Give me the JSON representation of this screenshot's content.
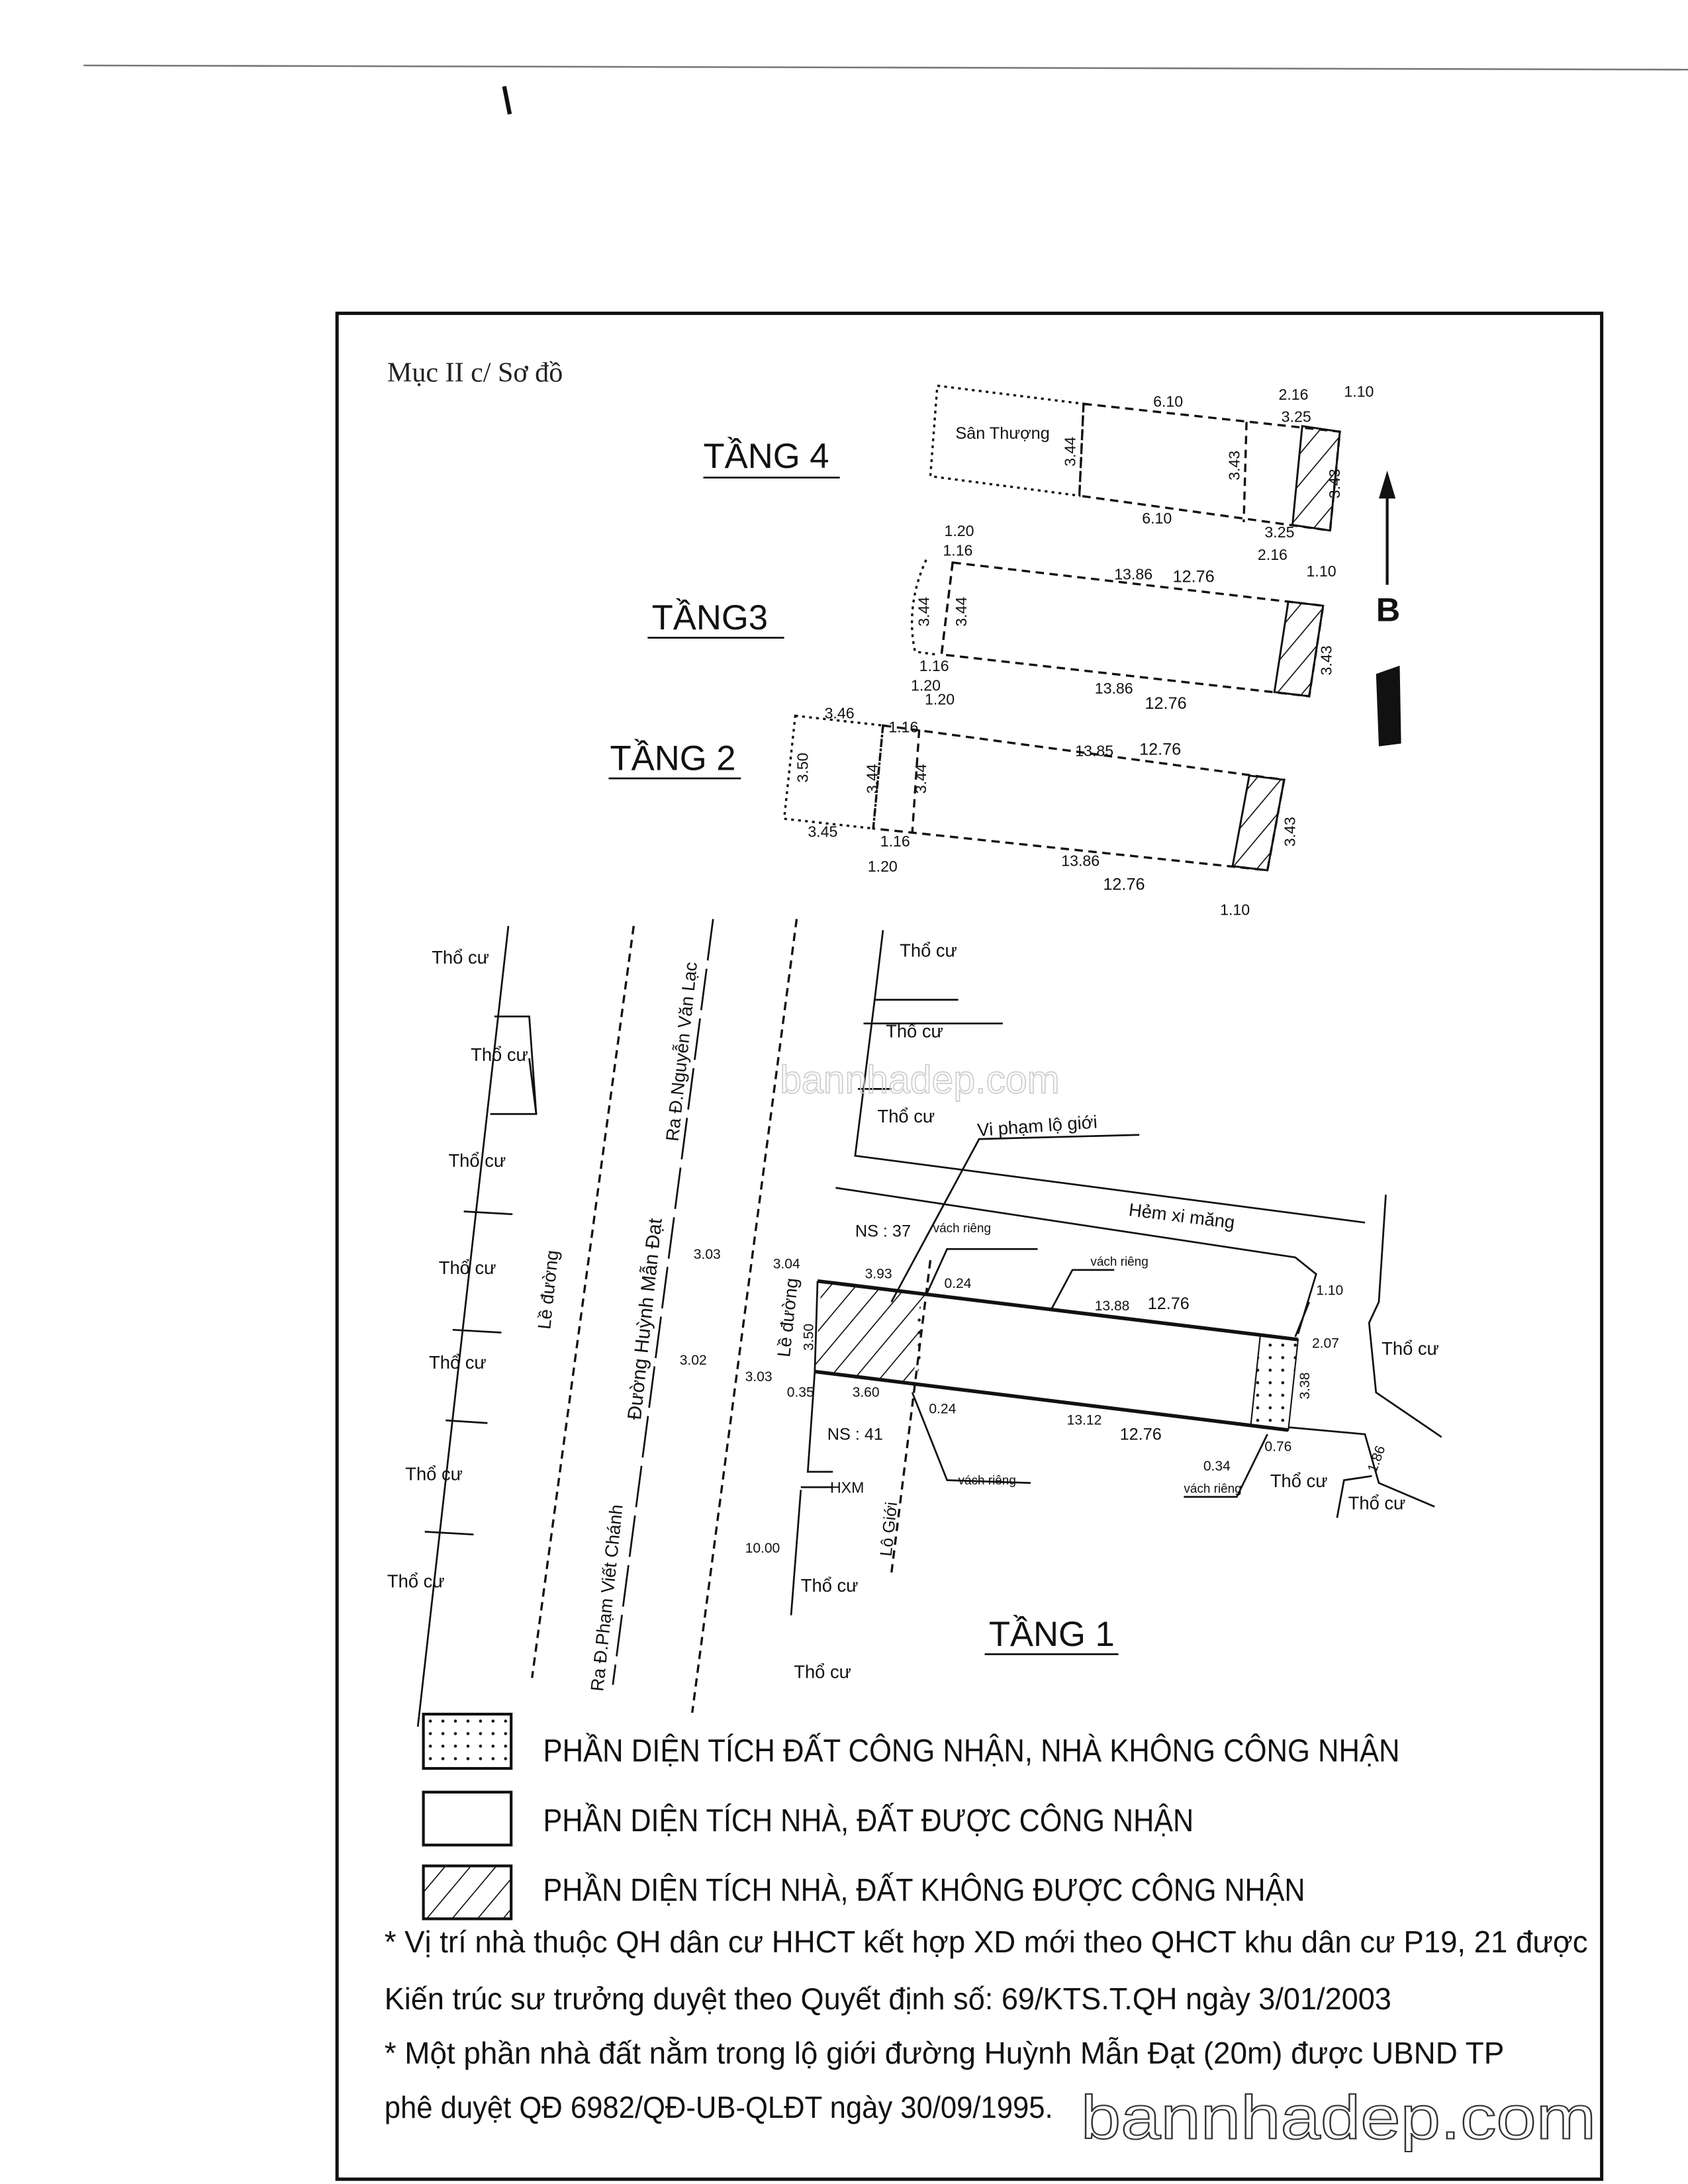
{
  "document": {
    "section_title": "Mục II c/ Sơ đồ",
    "floors": {
      "floor4": {
        "label": "TẦNG 4",
        "terrace": "Sân Thượng",
        "dims": [
          "6.10",
          "6.10",
          "2.16",
          "3.25",
          "1.10",
          "3.44",
          "3.43",
          "3.43",
          "3.25",
          "2.16"
        ]
      },
      "floor3": {
        "label": "TẦNG3",
        "dims": [
          "1.20",
          "1.16",
          "13.86",
          "12.76",
          "1.10",
          "3.44",
          "3.44",
          "3.43",
          "1.16",
          "1.20",
          "13.86",
          "12.76"
        ]
      },
      "floor2": {
        "label": "TẦNG 2",
        "dims": [
          "3.46",
          "1.20",
          "1.16",
          "13.85",
          "12.76",
          "3.50",
          "3.44",
          "3.44",
          "3.43",
          "3.45",
          "1.16",
          "1.20",
          "13.86",
          "12.76",
          "1.10"
        ]
      },
      "floor1": {
        "label": "TẦNG 1"
      }
    },
    "north_label": "B",
    "site": {
      "residential": "Thổ cư",
      "roadside": "Lề đường",
      "road_main": "Đường Huỳnh Mẫn Đạt",
      "to_road_1": "Ra Đ.Nguyễn Văn Lạc",
      "to_road_2": "Ra Đ.Phạm Viết Chánh",
      "alley": "Hẻm xi măng",
      "violation": "Vi phạm lộ giới",
      "private_wall": "vách riêng",
      "ns37": "NS : 37",
      "ns41": "NS : 41",
      "hxm": "HXM",
      "setback": "Lộ Giới",
      "dims": [
        "3.03",
        "3.04",
        "3.02",
        "3.03",
        "3.93",
        "0.24",
        "13.88",
        "12.76",
        "1.10",
        "2.07",
        "3.38",
        "3.50",
        "0.35",
        "3.60",
        "0.24",
        "13.12",
        "12.76",
        "0.76",
        "0.34",
        "1.86",
        "10.00"
      ]
    },
    "legend": [
      {
        "pattern": "dotted",
        "text": "PHẦN DIỆN TÍCH ĐẤT CÔNG NHẬN, NHÀ KHÔNG CÔNG NHẬN"
      },
      {
        "pattern": "blank",
        "text": "PHẦN DIỆN TÍCH NHÀ, ĐẤT ĐƯỢC CÔNG NHẬN"
      },
      {
        "pattern": "hatched",
        "text": "PHẦN DIỆN TÍCH NHÀ, ĐẤT KHÔNG ĐƯỢC CÔNG NHẬN"
      }
    ],
    "notes": [
      "* Vị trí nhà thuộc QH dân cư HHCT kết hợp XD mới theo QHCT khu dân cư P19, 21 được",
      "Kiến trúc sư trưởng duyệt theo Quyết định số: 69/KTS.T.QH ngày 3/01/2003",
      "* Một phần nhà đất nằm trong lộ giới đường Huỳnh Mẫn Đạt (20m) được UBND TP",
      "phê duyệt QĐ 6982/QĐ-UB-QLĐT ngày 30/09/1995."
    ],
    "watermark": "bannhadep.com"
  }
}
